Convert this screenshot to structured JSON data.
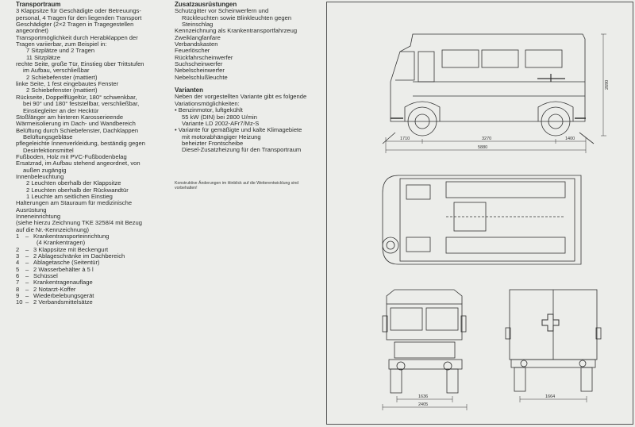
{
  "left": {
    "heading": "Transportraum",
    "lines": [
      {
        "t": "3 Klappsitze für Geschädigte oder Betreuungs-",
        "c": ""
      },
      {
        "t": "personal, 4 Tragen für den liegenden Transport",
        "c": ""
      },
      {
        "t": "Geschädigter (2×2 Tragen in Tragegestellen",
        "c": ""
      },
      {
        "t": "angeordnet)",
        "c": ""
      },
      {
        "t": "Transportmöglichkeit durch Herabklappen der",
        "c": ""
      },
      {
        "t": "Tragen variierbar, zum Beispiel in:",
        "c": ""
      },
      {
        "t": "7 Sitzplätze und 2 Tragen",
        "c": "ind2"
      },
      {
        "t": "11 Sitzplätze",
        "c": "ind2"
      },
      {
        "t": "rechte Seite, große Tür, Einstieg über Trittstufen",
        "c": ""
      },
      {
        "t": "im Aufbau, verschließbar",
        "c": "ind"
      },
      {
        "t": "2 Schiebefenster (mattiert)",
        "c": "ind2"
      },
      {
        "t": "linke Seite, 1 fest eingebautes Fenster",
        "c": ""
      },
      {
        "t": "2 Schiebefenster (mattiert)",
        "c": "ind2"
      },
      {
        "t": "Rückseite, Doppelflügeltür, 180° schwenkbar,",
        "c": ""
      },
      {
        "t": "bei 90° und 180° feststellbar, verschließbar,",
        "c": "ind"
      },
      {
        "t": "Einstiegleiter an der Hecktür",
        "c": "ind"
      },
      {
        "t": "Stoßfänger am hinteren Karosserieende",
        "c": ""
      },
      {
        "t": "Wärmeisolierung im Dach- und Wandbereich",
        "c": ""
      },
      {
        "t": "Belüftung durch Schiebefenster, Dachklappen",
        "c": ""
      },
      {
        "t": "Belüftungsgebläse",
        "c": "ind"
      },
      {
        "t": "pflegeleichte Innenverkleidung, beständig gegen",
        "c": ""
      },
      {
        "t": "Desinfektionsmittel",
        "c": "ind"
      },
      {
        "t": "Fußboden, Holz mit PVC-Fußbodenbelag",
        "c": ""
      },
      {
        "t": "Ersatzrad, im Aufbau stehend angeordnet, von",
        "c": ""
      },
      {
        "t": "außen zugängig",
        "c": "ind"
      },
      {
        "t": "Innenbeleuchtung",
        "c": ""
      },
      {
        "t": "2 Leuchten oberhalb der Klappsitze",
        "c": "ind2"
      },
      {
        "t": "2 Leuchten oberhalb der Rückwandtür",
        "c": "ind2"
      },
      {
        "t": "1 Leuchte am seitlichen Einstieg",
        "c": "ind2"
      },
      {
        "t": "Halterungen am Stauraum für medizinische",
        "c": ""
      },
      {
        "t": "Ausrüstung",
        "c": ""
      },
      {
        "t": "Inneneinrichtung",
        "c": ""
      },
      {
        "t": "(siehe hierzu Zeichnung TKE 3258/4 mit Bezug",
        "c": ""
      },
      {
        "t": "auf die Nr.-Kennzeichnung)",
        "c": ""
      }
    ],
    "numbered": [
      {
        "n": "1",
        "t": "Krankentransporteinrichtung"
      },
      {
        "n": "",
        "t": "(4 Krankentragen)"
      },
      {
        "n": "2",
        "t": "3 Klappsitze mit Beckengurt"
      },
      {
        "n": "3",
        "t": "2 Ablageschränke im Dachbereich"
      },
      {
        "n": "4",
        "t": "Ablagetasche (Seitentür)"
      },
      {
        "n": "5",
        "t": "2 Wasserbehälter à 5 l"
      },
      {
        "n": "6",
        "t": "Schüssel"
      },
      {
        "n": "7",
        "t": "Krankentragenauflage"
      },
      {
        "n": "8",
        "t": "2 Notarzt-Koffer"
      },
      {
        "n": "9",
        "t": "Wiederbelebungsgerät"
      },
      {
        "n": "10",
        "t": "2 Verbandsmittelsätze"
      }
    ],
    "dash": "–"
  },
  "mid": {
    "heading1": "Zusatzausrüstungen",
    "lines1": [
      {
        "t": "Schutzgitter vor Scheinwerfern und",
        "c": ""
      },
      {
        "t": "Rückleuchten sowie Blinkleuchten gegen",
        "c": "ind"
      },
      {
        "t": "Steinschlag",
        "c": "ind"
      },
      {
        "t": "Kennzeichnung als Krankentransportfahrzeug",
        "c": ""
      },
      {
        "t": "Zweiklangfanfare",
        "c": ""
      },
      {
        "t": "Verbandskasten",
        "c": ""
      },
      {
        "t": "Feuerlöscher",
        "c": ""
      },
      {
        "t": "Rückfahrscheinwerfer",
        "c": ""
      },
      {
        "t": "Suchscheinwerfer",
        "c": ""
      },
      {
        "t": "Nebelscheinwerfer",
        "c": ""
      },
      {
        "t": "Nebelschlußleuchte",
        "c": ""
      }
    ],
    "heading2": "Varianten",
    "lines2": [
      {
        "t": "Neben der vorgestellten Variante gibt es folgende",
        "c": ""
      },
      {
        "t": "Variationsmöglichkeiten:",
        "c": ""
      },
      {
        "t": "• Benzinmotor, luftgekühlt",
        "c": ""
      },
      {
        "t": "55 kW (DIN) bei 2800 U/min",
        "c": "ind"
      },
      {
        "t": "Variante LD 2002-AFr7/Mz-S",
        "c": "ind"
      },
      {
        "t": "• Variante für gemäßigte und kalte Klimagebiete",
        "c": ""
      },
      {
        "t": "mit motorabhängiger Heizung",
        "c": "ind"
      },
      {
        "t": "beheizter Frontscheibe",
        "c": "ind"
      },
      {
        "t": "Diesel-Zusatzheizung für den Transportraum",
        "c": "ind"
      }
    ],
    "note": "Konstruktive Änderungen im Hinblick auf die Weiterentwicklung sind vorbehalten!"
  },
  "dims": {
    "height": "2690",
    "overhang_front": "1710",
    "wheelbase": "3270",
    "overhang_rear": "1400",
    "length": "5880",
    "track_front": "1636",
    "width": "2405",
    "track_rear": "1664"
  }
}
